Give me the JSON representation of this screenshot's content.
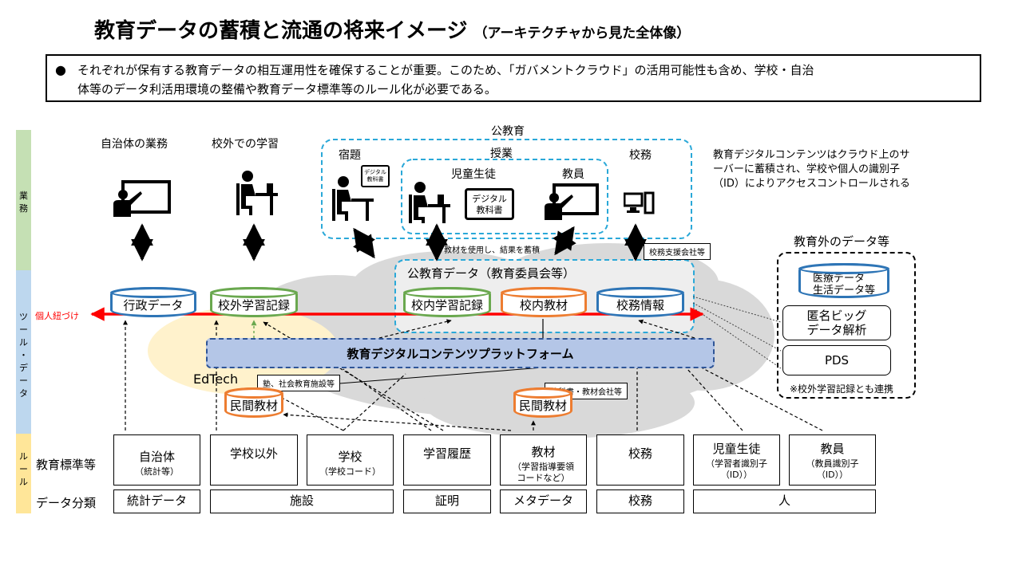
{
  "title": "教育データの蓄積と流通の将来イメージ",
  "title_sub": "（アーキテクチャから見た全体像）",
  "summary": {
    "bullet": "●",
    "line1": "それぞれが保有する教育データの相互運用性を確保することが重要。このため、「ガバメントクラウド」の活用可能性も含め、学校・自治",
    "line2": "体等のデータ利活用環境の整備や教育データ標準等のルール化が必要である。"
  },
  "bands": {
    "gyomu": [
      "業",
      "務"
    ],
    "tool": [
      "ツ",
      "ー",
      "ル",
      "・",
      "デ",
      "ー",
      "タ"
    ],
    "rule": [
      "ル",
      "ー",
      "ル"
    ]
  },
  "top_labels": {
    "jichitai": "自治体の業務",
    "kougai": "校外での学習",
    "public": "公教育",
    "shukudai": "宿題",
    "jugyo": "授業",
    "student": "児童生徒",
    "teacher": "教員",
    "koumu": "校務",
    "digital_book_small": "デジタル\n教科書",
    "digital_book": "デジタル\n教科書"
  },
  "cloud_note": "教育デジタルコンテンツはクラウド上のサーバーに蓄積され、学校や個人の識別子（ID）によりアクセスコントロールされる",
  "note_use": "教材を使用し、結果を蓄積",
  "note_support": "校務支援会社等",
  "public_data_title": "公教育データ（教育委員会等）",
  "cylinders": {
    "gyousei": "行政データ",
    "kougai_record": "校外学習記録",
    "kounai_record": "校内学習記録",
    "kounai_kyozai": "校内教材",
    "koumu_info": "校務情報",
    "minkan1": "民間教材",
    "minkan2": "民間教材",
    "medical": "医療データ\n生活データ等"
  },
  "personal_link": "個人紐づけ",
  "platform": "教育デジタルコンテンツプラットフォーム",
  "edtech": "EdTech",
  "note_juku": "塾、社会教育施設等",
  "note_textbook": "教科書・教材会社等",
  "outside": {
    "title": "教育外のデータ等",
    "bigdata": "匿名ビッグ\nデータ解析",
    "pds": "PDS",
    "footnote": "※校外学習記録とも連携"
  },
  "standards_label": "教育標準等",
  "class_label": "データ分類",
  "standards": [
    {
      "main": "自治体",
      "sub": "（統計等）"
    },
    {
      "main": "学校以外",
      "sub": ""
    },
    {
      "main": "学校",
      "sub": "（学校コード）"
    },
    {
      "main": "学習履歴",
      "sub": ""
    },
    {
      "main": "教材",
      "sub": "（学習指導要領\nコードなど）"
    },
    {
      "main": "校務",
      "sub": ""
    },
    {
      "main": "児童生徒",
      "sub": "（学習者識別子\n（ID））"
    },
    {
      "main": "教員",
      "sub": "（教員識別子\n（ID））"
    }
  ],
  "classes": [
    "統計データ",
    "施設",
    "証明",
    "メタデータ",
    "校務",
    "人"
  ],
  "colors": {
    "band_green": "#c5e0b4",
    "band_blue": "#bdd7ee",
    "band_yellow": "#ffe699",
    "arrow_red": "#ff0000",
    "cloud_gray": "#d9d9d9",
    "edtech_yellow": "#fff2cc",
    "platform_fill": "#b4c6e7",
    "cyan": "#2aa8d8"
  }
}
